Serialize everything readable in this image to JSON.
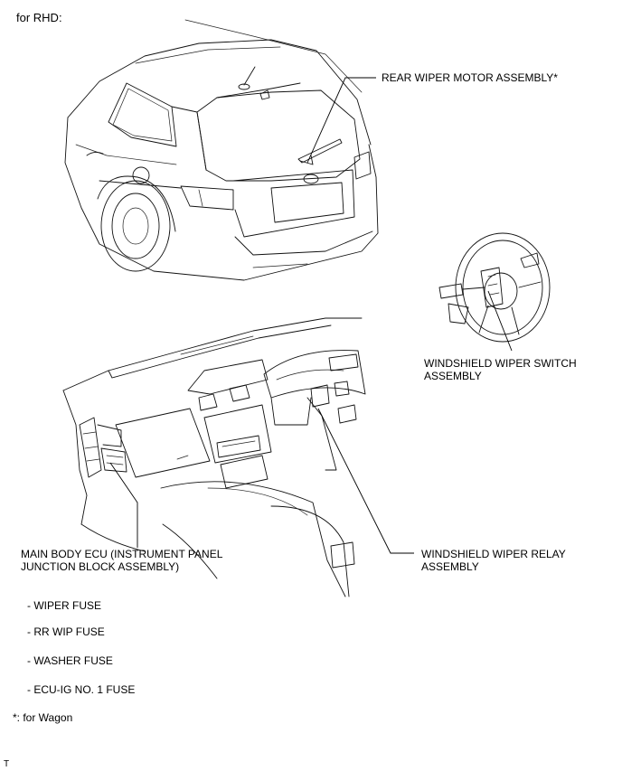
{
  "header": {
    "title": "for RHD:"
  },
  "labels": {
    "rear_wiper_motor": "REAR WIPER MOTOR ASSEMBLY*",
    "switch_line1": "WINDSHIELD WIPER SWITCH",
    "switch_line2": "ASSEMBLY",
    "ecu_line1": "MAIN BODY ECU (INSTRUMENT PANEL",
    "ecu_line2": "JUNCTION BLOCK ASSEMBLY)",
    "relay_line1": "WINDSHIELD WIPER RELAY",
    "relay_line2": "ASSEMBLY"
  },
  "fuses": [
    "- WIPER FUSE",
    "- RR WIP FUSE",
    "- WASHER FUSE",
    "- ECU-IG NO. 1 FUSE"
  ],
  "footnote": "*: for Wagon",
  "corner_mark": "T"
}
